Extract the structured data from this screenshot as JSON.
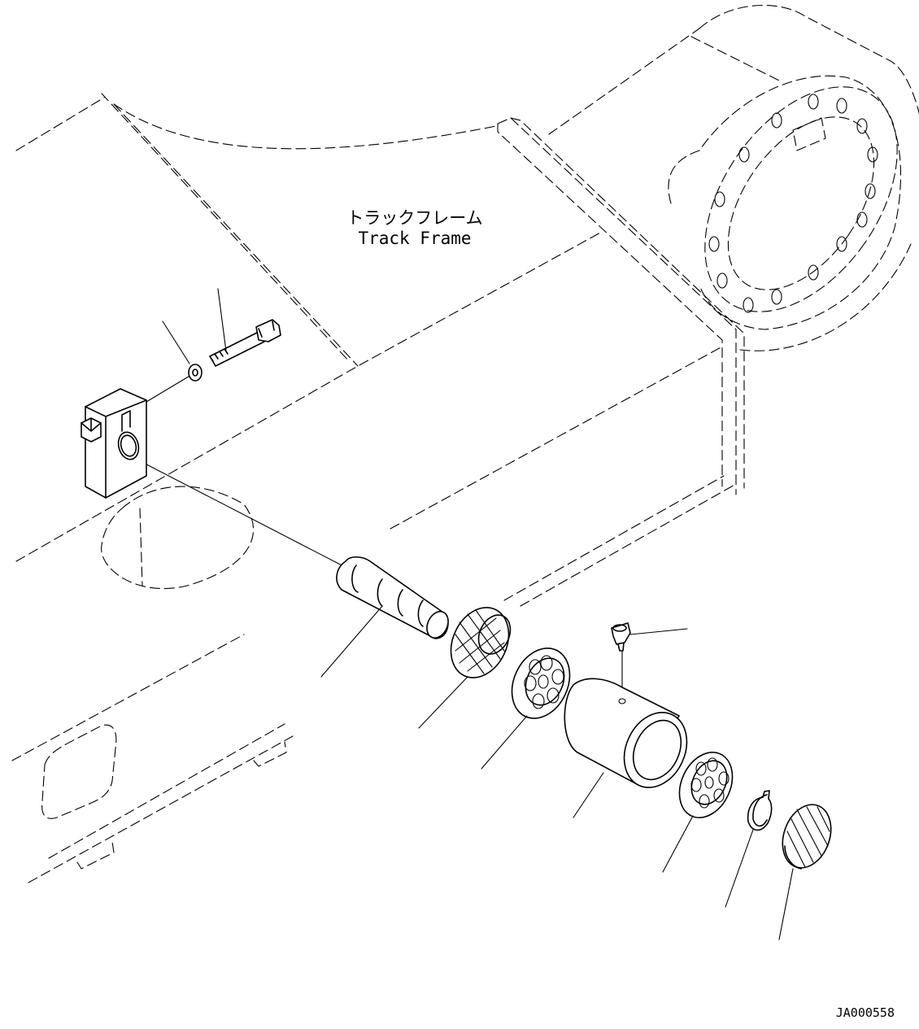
{
  "frame_label": {
    "jp": "トラックフレーム",
    "en": "Track Frame"
  },
  "drawing_code": "JA000558",
  "parts": [
    {
      "id": "bolt",
      "icon": "bolt-icon"
    },
    {
      "id": "washer",
      "icon": "washer-icon"
    },
    {
      "id": "bracket",
      "icon": "bracket-icon"
    },
    {
      "id": "shaft",
      "icon": "shaft-icon"
    },
    {
      "id": "seal",
      "icon": "seal-icon"
    },
    {
      "id": "bearing-inner",
      "icon": "bearing-icon"
    },
    {
      "id": "grease-fitting",
      "icon": "grease-fitting-icon"
    },
    {
      "id": "roller-sleeve",
      "icon": "sleeve-icon"
    },
    {
      "id": "bearing-outer",
      "icon": "bearing-icon"
    },
    {
      "id": "snap-ring",
      "icon": "snap-ring-icon"
    },
    {
      "id": "cap",
      "icon": "cap-icon"
    }
  ]
}
